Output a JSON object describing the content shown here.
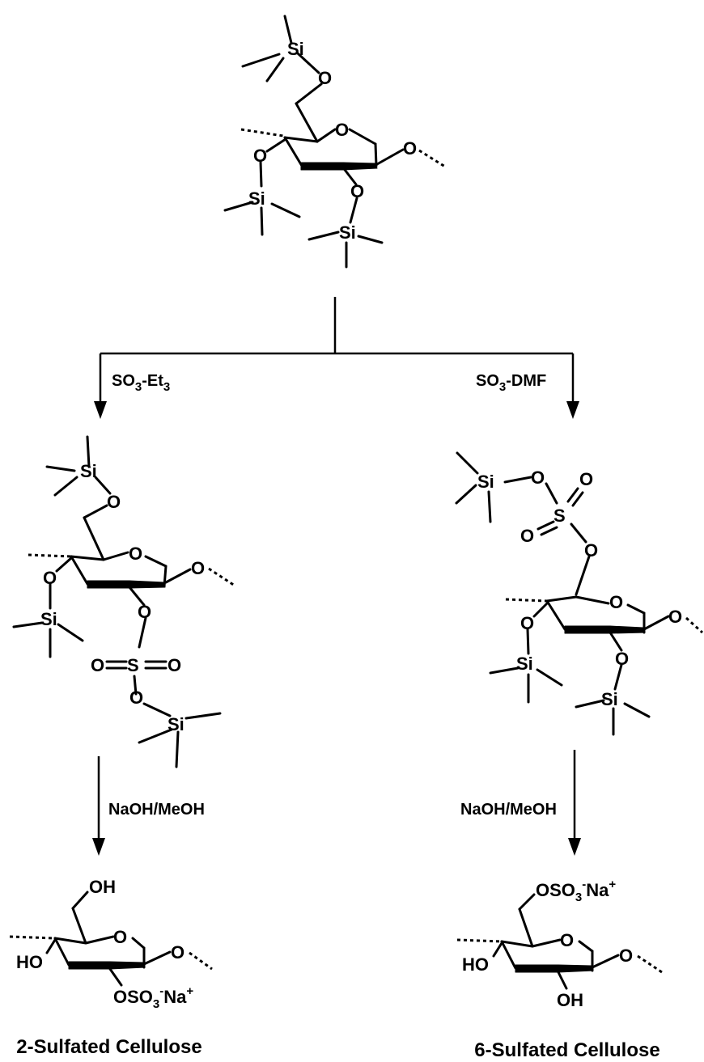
{
  "scheme": {
    "start_material": {
      "atom_labels": [
        "Si",
        "O",
        "O",
        "O",
        "Si",
        "O",
        "Si",
        "O"
      ]
    },
    "branch_left": {
      "reagent": {
        "base": "SO",
        "sub": "3",
        "suffix": "-Et",
        "suffix_sub": "3"
      },
      "intermediate_labels": [
        "Si",
        "O",
        "O",
        "O",
        "Si",
        "O",
        "S",
        "O",
        "O",
        "O",
        "Si"
      ],
      "deprotection_reagent": "NaOH/MeOH",
      "product_labels": {
        "oh_top": "OH",
        "ho_left": "HO",
        "o_ring": "O",
        "o_glyco": "O",
        "sulfate": {
          "text1": "OSO",
          "sub": "3",
          "sup1": "-",
          "text2": "Na",
          "sup2": "+"
        }
      },
      "caption": "2-Sulfated Cellulose"
    },
    "branch_right": {
      "reagent": {
        "base": "SO",
        "sub": "3",
        "suffix": "-DMF"
      },
      "intermediate_labels": [
        "Si",
        "O",
        "S",
        "O",
        "O",
        "O",
        "O",
        "O",
        "O",
        "Si",
        "O",
        "Si"
      ],
      "deprotection_reagent": "NaOH/MeOH",
      "product_labels": {
        "sulfate": {
          "text1": "OSO",
          "sub": "3",
          "sup1": "-",
          "text2": "Na",
          "sup2": "+"
        },
        "ho_left": "HO",
        "o_ring": "O",
        "o_glyco": "O",
        "oh_bottom": "OH"
      },
      "caption": "6-Sulfated Cellulose"
    }
  }
}
